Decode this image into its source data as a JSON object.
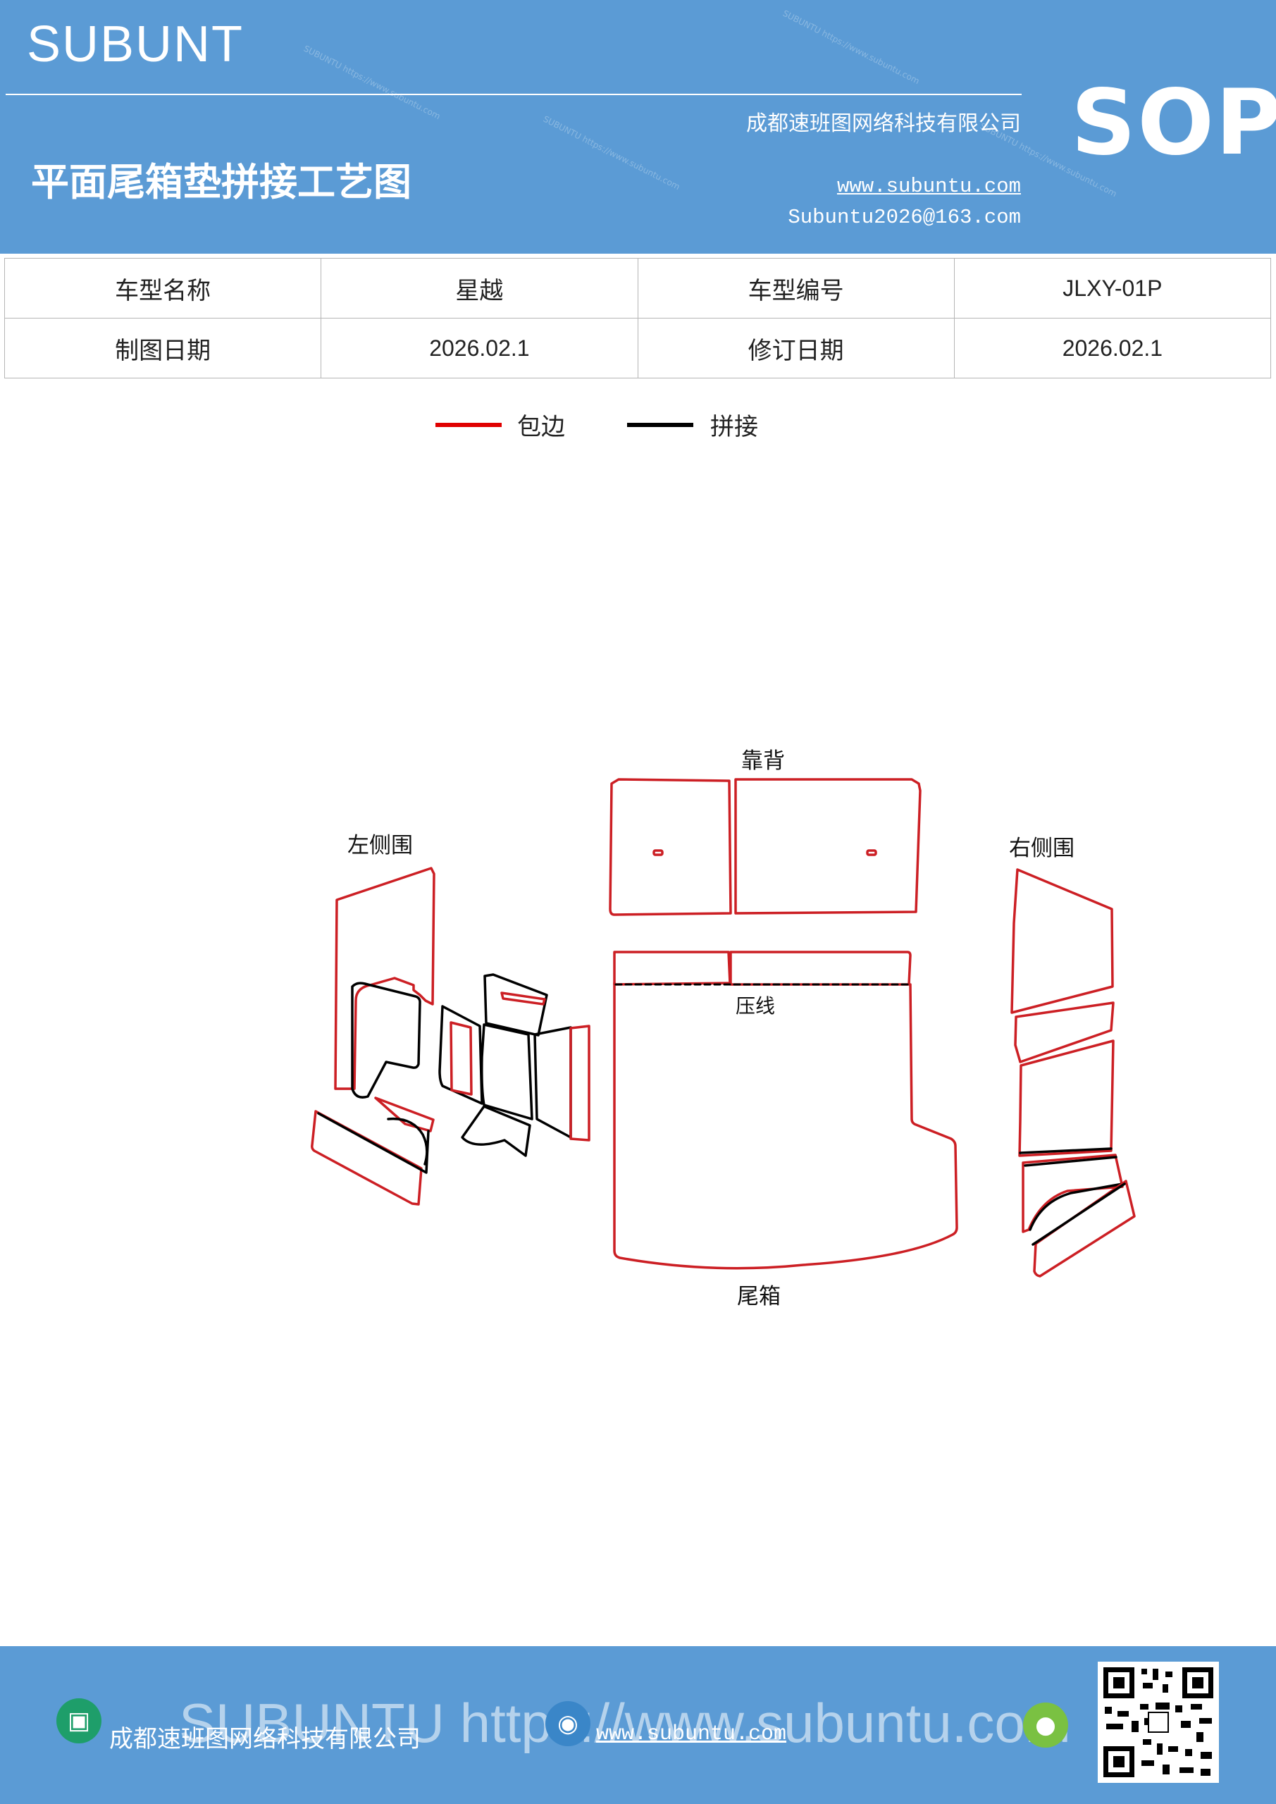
{
  "header": {
    "brand": "SUBUNT",
    "company": "成都速班图网络科技有限公司",
    "title": "平面尾箱垫拼接工艺图",
    "website": "www.subuntu.com",
    "email": "Subuntu2026@163.com",
    "badge": "SOP"
  },
  "info_table": {
    "rows": [
      [
        "车型名称",
        "星越",
        "车型编号",
        "JLXY-01P"
      ],
      [
        "制图日期",
        "2026.02.1",
        "修订日期",
        "2026.02.1"
      ]
    ]
  },
  "legend": {
    "wrap_label": "包边",
    "wrap_color": "#e00000",
    "seam_label": "拼接",
    "seam_color": "#000000"
  },
  "diagram_labels": {
    "backrest": "靠背",
    "left_side": "左侧围",
    "right_side": "右侧围",
    "crease": "压线",
    "trunk": "尾箱"
  },
  "colors": {
    "header_blue": "#5b9bd5",
    "edge_red": "#cc1f24"
  },
  "footer": {
    "company": "成都速班图网络科技有限公司",
    "website": "www.subuntu.com",
    "watermark": "SUBUNTU https://www.subuntu.com",
    "icons": [
      "building-icon",
      "globe-icon",
      "wechat-icon",
      "qr-code"
    ]
  }
}
